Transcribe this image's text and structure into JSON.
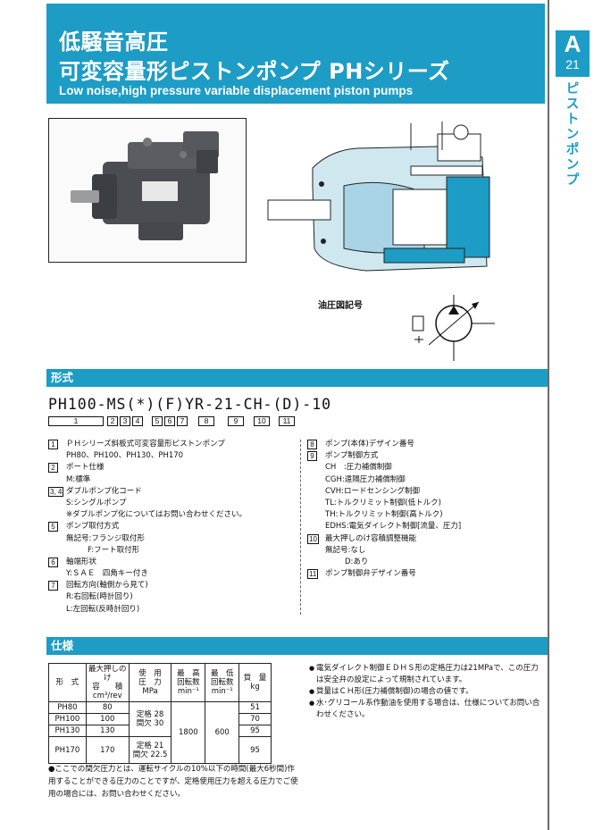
{
  "header": {
    "title_line1": "低騒音高圧",
    "title_line2": "可変容量形ピストンポンプ PHシリーズ",
    "subtitle": "Low noise,high pressure variable displacement piston pumps"
  },
  "side_tab": {
    "letter": "A",
    "number": "21",
    "vertical_label": "ピストンポンプ"
  },
  "hydraulic_symbol_label": "油圧図記号",
  "sections": {
    "model": "形式",
    "spec": "仕様"
  },
  "model_code": {
    "code": "PH100-MS(*)(F)YR-21-CH-(D)-10",
    "boxes": [
      "1",
      "2",
      "3",
      "4",
      "5",
      "6",
      "7",
      "8",
      "9",
      "10",
      "11"
    ]
  },
  "left_items": [
    {
      "num": "1",
      "label": "ＰＨシリーズ斜板式可変容量形ピストンポンプ",
      "details": [
        "PH80、PH100、PH130、PH170"
      ]
    },
    {
      "num": "2",
      "label": "ポート仕様",
      "details": [
        "M:標準"
      ]
    },
    {
      "num": "3, 4",
      "label": "ダブルポンプ化コード",
      "details": [
        "S:シングルポンプ",
        "※ダブルポンプ化についてはお問い合わせください。"
      ]
    },
    {
      "num": "5",
      "label": "ポンプ取付方式",
      "details": [
        "無記号:フランジ取付形",
        "F:フート取付形"
      ]
    },
    {
      "num": "6",
      "label": "軸端形状",
      "details": [
        "Y:ＳＡＥ　四角キー付き"
      ]
    },
    {
      "num": "7",
      "label": "回転方向(軸側から見て)",
      "details": [
        "R:右回転(時計回り)",
        "L:左回転(反時計回り)"
      ]
    }
  ],
  "right_items": [
    {
      "num": "8",
      "label": "ポンプ(本体)デザイン番号",
      "details": []
    },
    {
      "num": "9",
      "label": "ポンプ制御方式",
      "details": [
        "CH　:圧力補償制御",
        "CGH:遠隔圧力補償制御",
        "CVH:ロードセンシング制御",
        "TL:トルクリミット制御(低トルク)",
        "TH:トルクリミット制御(高トルク)",
        "EDHS:電気ダイレクト制御[流量、圧力]"
      ]
    },
    {
      "num": "10",
      "label": "最大押しのけ容積調整機能",
      "details": [
        "無記号:なし",
        "D:あり"
      ]
    },
    {
      "num": "11",
      "label": "ポンプ制御弁デザイン番号",
      "details": []
    }
  ],
  "spec_table": {
    "headers": {
      "model": "形　式",
      "displacement": [
        "最大押しのけ",
        "容　　積",
        "cm³/rev"
      ],
      "pressure": [
        "使　用",
        "圧　力",
        "MPa"
      ],
      "max_speed": [
        "最　高",
        "回転数",
        "min⁻¹"
      ],
      "min_speed": [
        "最　低",
        "回転数",
        "min⁻¹"
      ],
      "mass": [
        "質　量",
        "kg"
      ]
    },
    "rows": [
      {
        "model": "PH80",
        "displacement": "80",
        "mass": "51"
      },
      {
        "model": "PH100",
        "displacement": "100",
        "mass": "70"
      },
      {
        "model": "PH130",
        "displacement": "130",
        "mass": "95"
      },
      {
        "model": "PH170",
        "displacement": "170",
        "mass": "95"
      }
    ],
    "pressure_a": [
      "定格 28",
      "間欠 30"
    ],
    "pressure_b": [
      "定格 21",
      "間欠 22.5"
    ],
    "max_speed": "1800",
    "min_speed": "600"
  },
  "spec_notes": [
    "電気ダイレクト制御ＥＤＨＳ形の定格圧力は21MPaで、この圧力は安全弁の設定によって規制されています。",
    "質量はＣＨ形(圧力補償制御)の場合の値です。",
    "水･グリコール系作動油を使用する場合は、仕様についてお問い合わせください。"
  ],
  "footnote": "●ここでの間欠圧力とは、運転サイクルの10%以下の時間(最大6秒間)作用することができる圧力のことですが、定格使用圧力を超える圧力でご使用の場合には、お問い合わせください。"
}
